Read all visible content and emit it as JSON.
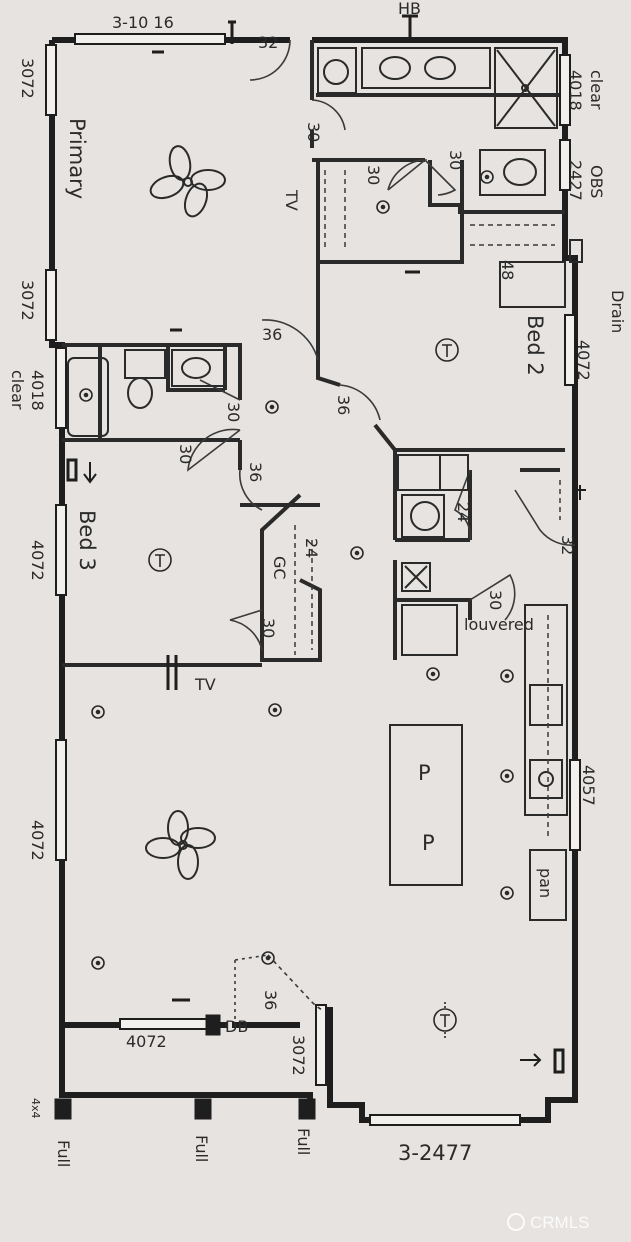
{
  "rooms": {
    "primary": "Primary",
    "bed2": "Bed 2",
    "bed3": "Bed 3"
  },
  "labels": {
    "win_primary_top": "3-10 16",
    "hb": "HB",
    "clear_top": "clear",
    "win_4018_top": "4018",
    "obs": "OBS",
    "win_2427": "2427",
    "drain": "Drain",
    "win_4072_bed2": "4072",
    "win_3072_top": "3072",
    "win_3072_mid": "3072",
    "win_4018_left": "4018",
    "clear_left": "clear",
    "win_4072_bed3": "4072",
    "win_4072_living": "4072",
    "win_4057": "4057",
    "pan": "pan",
    "louvered": "louvered",
    "tv_primary": "TV",
    "tv_living": "TV",
    "gc": "GC",
    "db": "DB",
    "win_4072_bottom": "4072",
    "win_3072_bottom": "3072",
    "win_3_2477": "3-2477",
    "full_1": "Full",
    "full_2": "Full",
    "full_3": "Full",
    "post_4x4": "4x4",
    "d32_primary": "32",
    "d30_bath_top": "30",
    "d30_wic": "30",
    "d30_wc": "30",
    "d36_hall": "36",
    "d36_bed2": "36",
    "d30_bath2": "30",
    "d30_bath2b": "30",
    "d36_bed3": "36",
    "d24_closet": "24",
    "d30_bed3_closet": "30",
    "d48_closet": "48",
    "d24_laundry": "24",
    "d32_side": "32",
    "d30_laundry": "30",
    "d36_entry": "36",
    "island_p1": "P",
    "island_p2": "P"
  },
  "watermark": "CRMLS",
  "colors": {
    "paper": "#e6e3e0",
    "ink": "#1e1e1e",
    "pencil": "#3a3a3a"
  }
}
